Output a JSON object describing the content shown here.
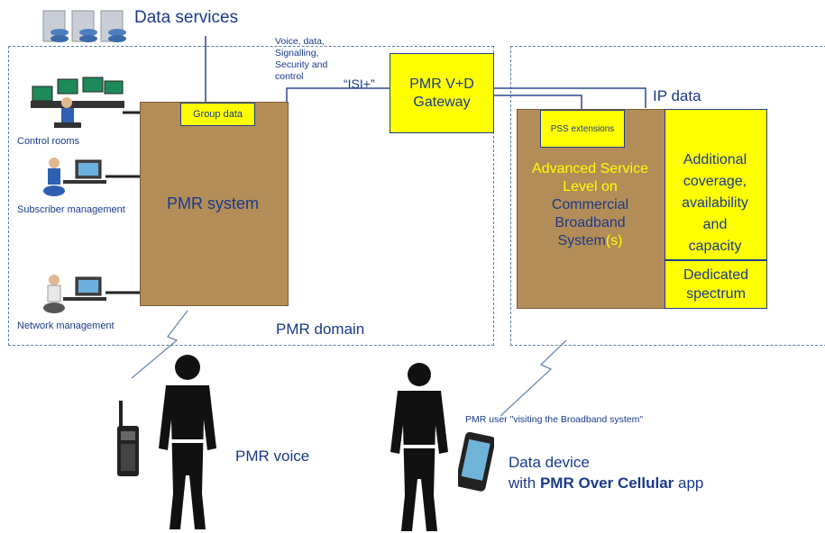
{
  "data_services": {
    "label": "Data services"
  },
  "workstations": {
    "control_rooms": "Control rooms",
    "subscriber_management": "Subscriber management",
    "network_management": "Network management"
  },
  "pmr": {
    "system": "PMR system",
    "group_data": "Group data",
    "domain": "PMR domain"
  },
  "link": {
    "note_lines": [
      "Voice, data,",
      "Signalling,",
      "Security and",
      "control"
    ],
    "isi": "“ISI+”"
  },
  "gateway": {
    "line1": "PMR V+D",
    "line2": "Gateway"
  },
  "broadband": {
    "ip_data": "IP data",
    "pss_extensions": "PSS extensions",
    "advanced_lines": [
      "Advanced Service",
      "Level on"
    ],
    "commercial_lines": [
      "Commercial",
      "Broadband",
      "System"
    ],
    "commercial_suffix": "(s)",
    "additional_lines": [
      "Additional",
      "coverage,",
      "availability",
      "and",
      "capacity"
    ],
    "dedicated_lines": [
      "Dedicated",
      "spectrum"
    ]
  },
  "users": {
    "pmr_voice": "PMR voice",
    "visiting": "PMR user \"visiting the Broadband system\"",
    "data_device": "Data device",
    "with_prefix": "with ",
    "app_bold": "PMR Over Cellular",
    "app_suffix": " app"
  }
}
